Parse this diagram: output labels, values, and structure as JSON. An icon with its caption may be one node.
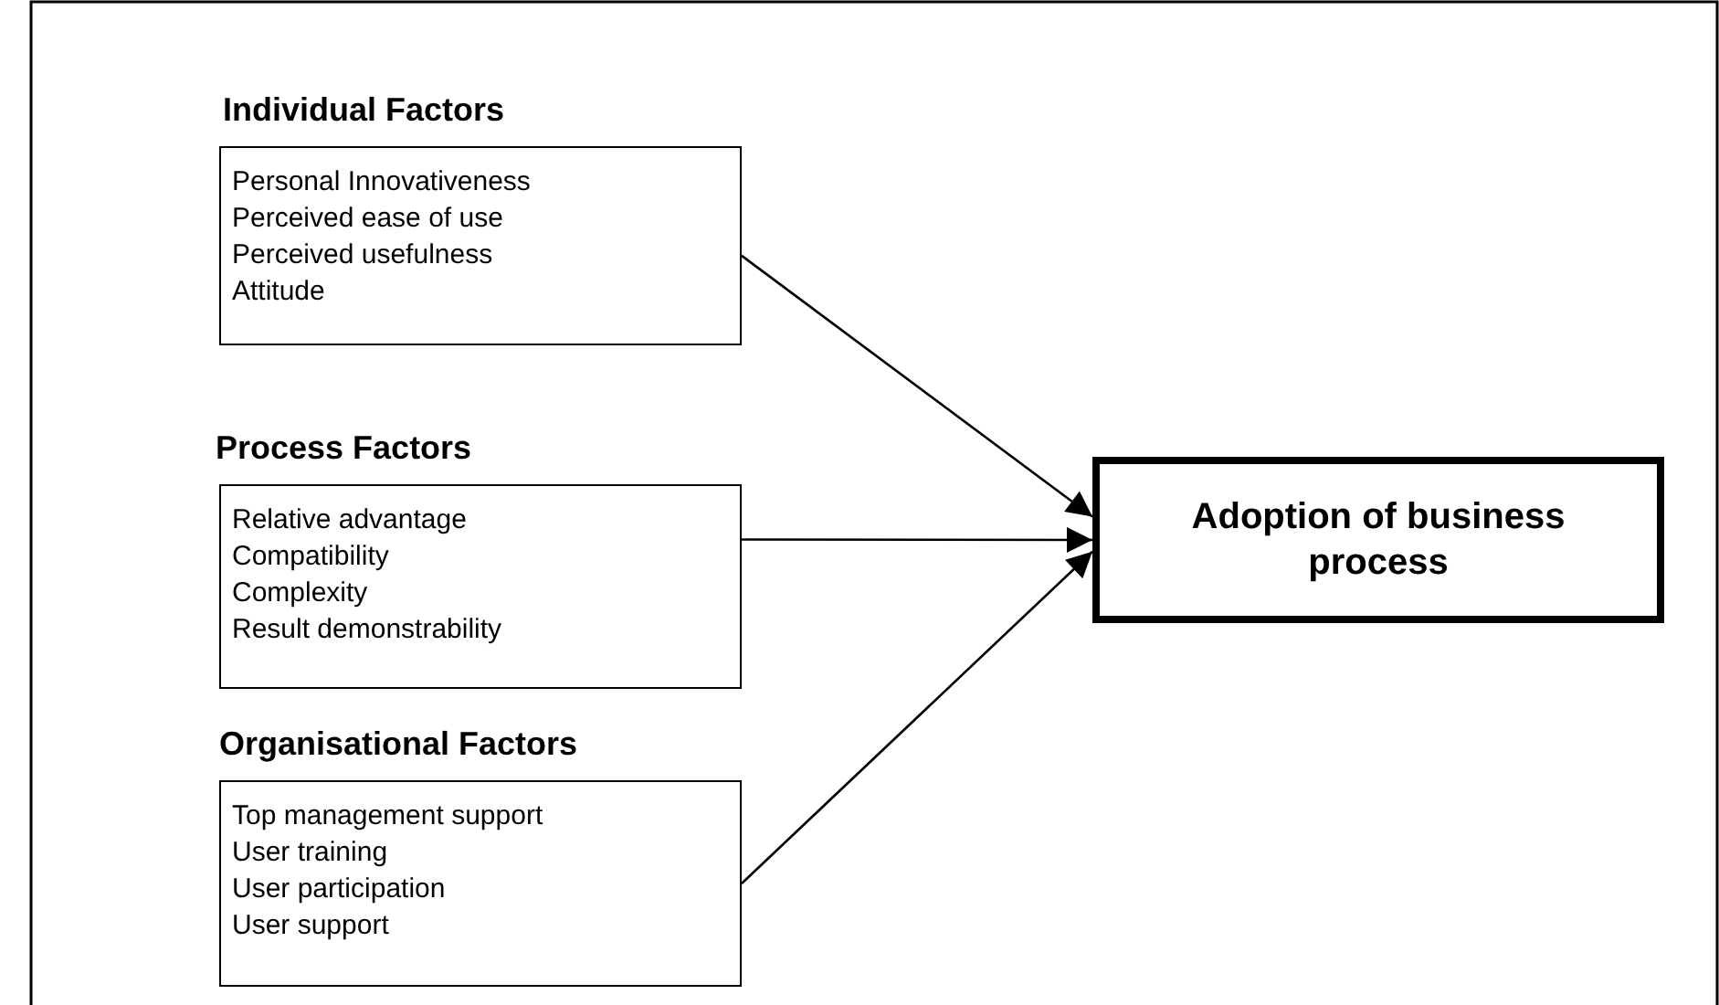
{
  "diagram": {
    "nodes": [
      {
        "text": [
          "Individual Factors",
          "Personal Innovativeness",
          "Perceived ease of use",
          "Perceived usefulness",
          "Attitude"
        ]
      },
      {
        "text": [
          "Process Factors",
          "Relative advantage",
          "Compatibility",
          "Complexity",
          "Result demonstrability"
        ]
      },
      {
        "text": [
          "Organisational Factors",
          "Top management support",
          "User training",
          "User participation",
          "User support"
        ]
      },
      {
        "text": [
          "Adoption of business process"
        ]
      }
    ],
    "edges": [
      {
        "from": 0,
        "to": 3,
        "arrow": "to"
      },
      {
        "from": 1,
        "to": 3,
        "arrow": "to"
      },
      {
        "from": 2,
        "to": 3,
        "arrow": "to"
      }
    ]
  }
}
